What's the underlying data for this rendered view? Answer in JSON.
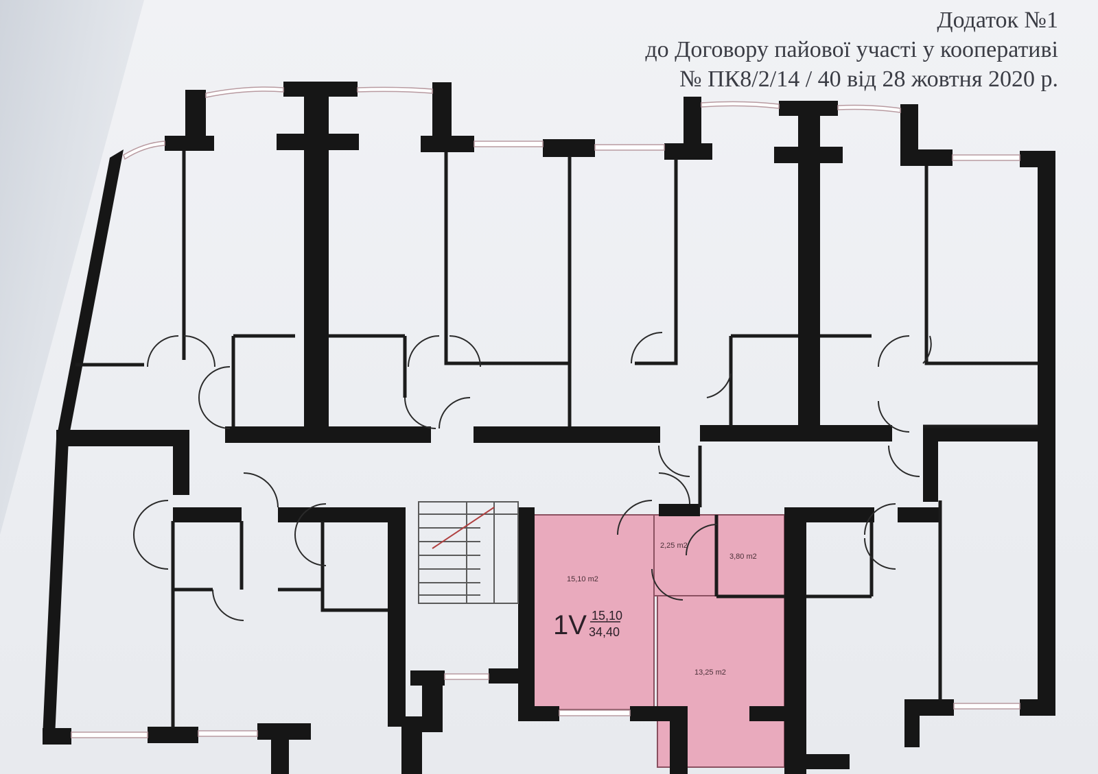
{
  "document": {
    "header": {
      "line1": "Додаток №1",
      "line2": "до Договору пайової  участі у кооперативі",
      "line3": "№ ПК8/2/14 / 40 від 28 жовтня 2020 р."
    },
    "unit": {
      "code": "1V",
      "living_area": "15,10",
      "total_area": "34,40",
      "room_areas": {
        "living_room": "15,10 m2",
        "hall": "2,25 m2",
        "bathroom": "3,80 m2",
        "kitchen": "13,25 m2"
      }
    },
    "colors": {
      "highlight": "#e9aabd",
      "walls": "#161616",
      "paper": "#eceef2"
    }
  }
}
